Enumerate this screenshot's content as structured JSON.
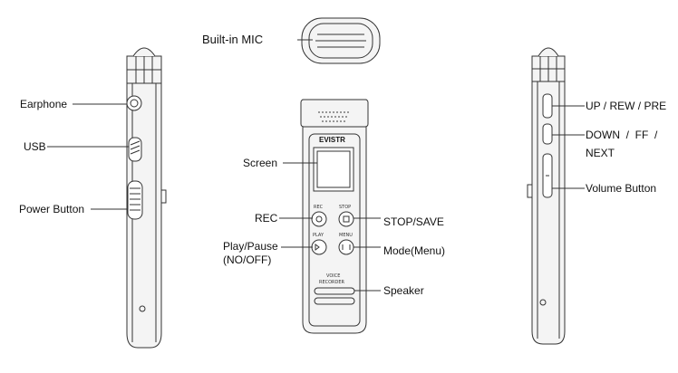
{
  "labels": {
    "builtin_mic": "Built-in MIC",
    "earphone": "Earphone",
    "usb": "USB",
    "power_button": "Power Button",
    "screen": "Screen",
    "rec": "REC",
    "play_pause_line1": "Play/Pause",
    "play_pause_line2": "(NO/OFF)",
    "stop_save": "STOP/SAVE",
    "mode_menu": "Mode(Menu)",
    "speaker": "Speaker",
    "up_rew_pre": "UP / REW / PRE",
    "down_ff_line1": "DOWN  /  FF  /",
    "down_ff_line2": "NEXT",
    "volume_button": "Volume Button"
  },
  "device_text": {
    "brand": "EVISTR",
    "rec_key": "REC",
    "stop_key": "STOP",
    "play_key": "PLAY",
    "menu_key": "MENU",
    "voice_recorder_line1": "VOICE",
    "voice_recorder_line2": "RECORDER"
  },
  "colors": {
    "line": "#333333",
    "body_fill": "#f4f4f4",
    "screen_fill": "#ffffff"
  }
}
